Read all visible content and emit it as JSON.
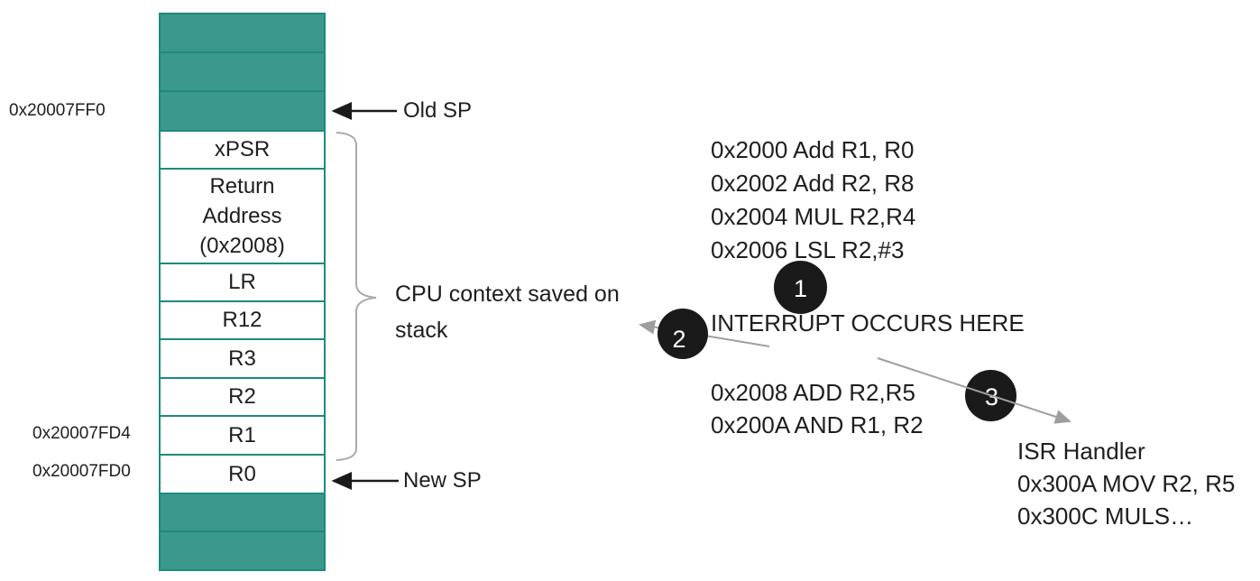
{
  "colors": {
    "teal_fill": "#3a998c",
    "teal_border": "#1d8a7e",
    "text": "#1e1e1e",
    "gray_arrow": "#9e9e9e",
    "circle_bg": "#1a1a1a",
    "circle_text": "#ffffff"
  },
  "stack": {
    "cells": {
      "xpsr": "xPSR",
      "return_address": [
        "Return",
        "Address",
        "(0x2008)"
      ],
      "lr": "LR",
      "r12": "R12",
      "r3": "R3",
      "r2": "R2",
      "r1": "R1",
      "r0": "R0"
    },
    "addresses": {
      "old_sp_addr": "0x20007FF0",
      "r1_addr": "0x20007FD4",
      "new_sp_addr": "0x20007FD0"
    }
  },
  "annotations": {
    "old_sp": "Old SP",
    "new_sp": "New SP",
    "brace_text": "CPU context saved on stack"
  },
  "code_before": {
    "lines": [
      "0x2000 Add R1, R0",
      "0x2002 Add R2, R8",
      "0x2004 MUL R2,R4",
      "0x2006 LSL R2,#3"
    ]
  },
  "interrupt_label": "INTERRUPT OCCURS HERE",
  "code_after": {
    "lines": [
      "0x2008 ADD R2,R5",
      "0x200A AND R1, R2"
    ]
  },
  "isr": {
    "lines": [
      "ISR Handler",
      "0x300A MOV R2, R5",
      "0x300C MULS…"
    ]
  },
  "step_markers": {
    "one": "1",
    "two": "2",
    "three": "3"
  }
}
